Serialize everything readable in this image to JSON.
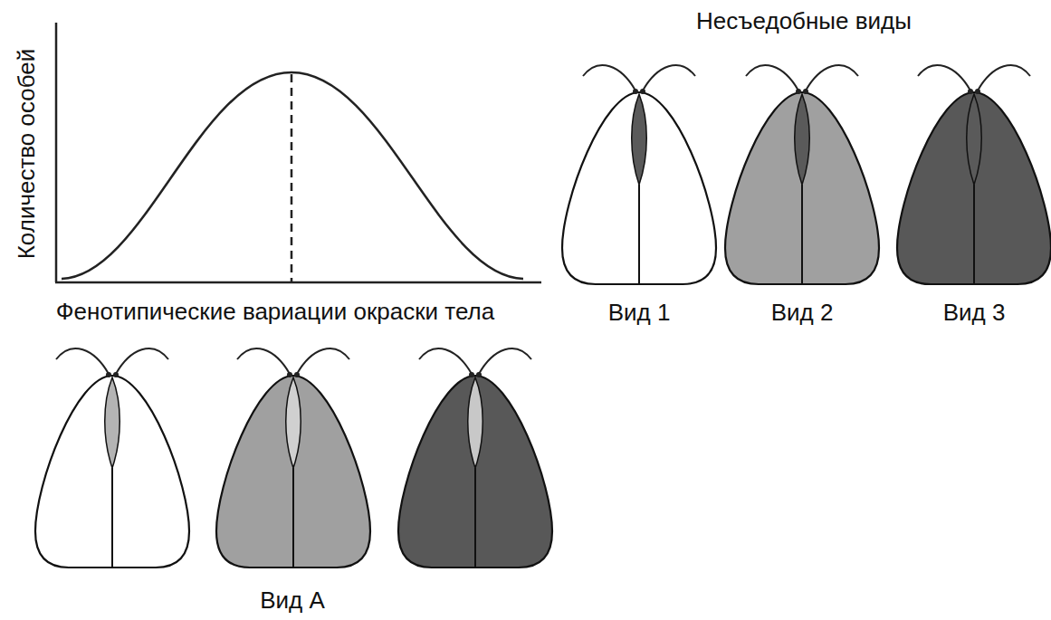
{
  "diagram": {
    "labels": [
      "Количество особей",
      "Фенотипические вариации окраски тела",
      "Несъедобные виды",
      "Вид 1",
      "Вид 2",
      "Вид 3",
      "Вид А"
    ]
  }
}
